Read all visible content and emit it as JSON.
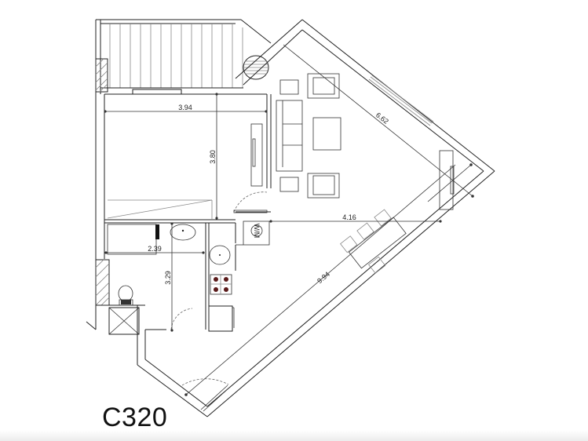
{
  "plan": {
    "unit_label": "C320",
    "dimensions": {
      "living_width": "3.94",
      "living_depth": "3.80",
      "diagonal_wall": "6.62",
      "kitchen_span": "4.16",
      "long_wall": "9.94",
      "bath_width": "2.39",
      "bath_depth": "3.29"
    },
    "labels": {
      "washing_machine": "W/M"
    },
    "colors": {
      "line": "#222222",
      "background": "#ffffff",
      "hob_burner": "#5a1a1a"
    }
  }
}
